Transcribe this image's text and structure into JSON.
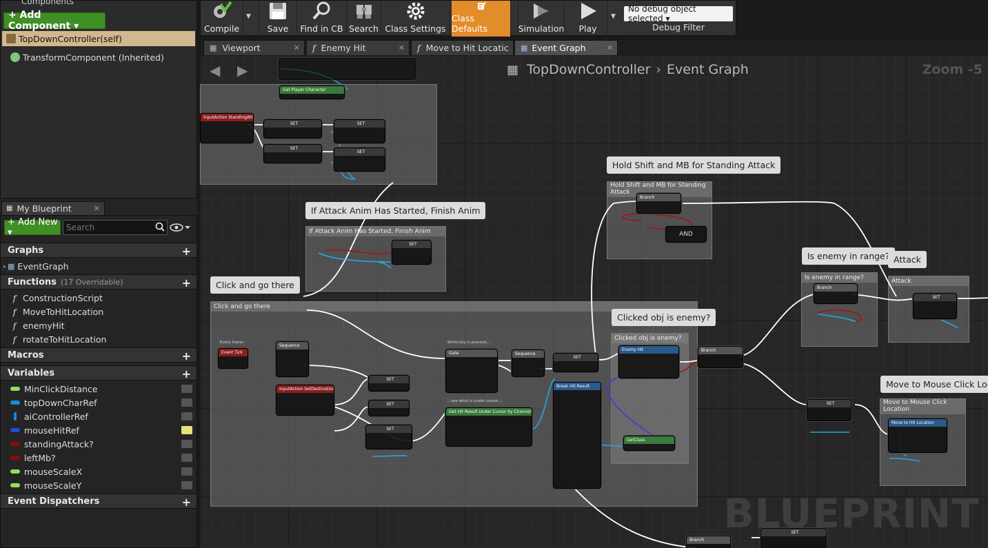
{
  "components_panel": {
    "title": "Components",
    "add_button": "+ Add Component ▾",
    "items": [
      "TopDownController(self)",
      "TransformComponent (Inherited)"
    ]
  },
  "my_blueprint": {
    "tab_label": "My Blueprint",
    "add_new": "+ Add New ▾",
    "search_placeholder": "Search",
    "graphs": {
      "label": "Graphs",
      "items": [
        "EventGraph"
      ]
    },
    "functions": {
      "label": "Functions",
      "note": "(17 Overridable)",
      "items": [
        "ConstructionScript",
        "MoveToHitLocation",
        "enemyHit",
        "rotateToHitLocation"
      ]
    },
    "macros": {
      "label": "Macros"
    },
    "variables": {
      "label": "Variables",
      "items": [
        "MinClickDistance",
        "topDownCharRef",
        "aiControllerRef",
        "mouseHitRef",
        "standingAttack?",
        "leftMb?",
        "mouseScaleX",
        "mouseScaleY"
      ]
    },
    "dispatchers": {
      "label": "Event Dispatchers"
    }
  },
  "toolbar": {
    "buttons": [
      "Compile",
      "Save",
      "Find in CB",
      "Search",
      "Class Settings",
      "Class Defaults",
      "Simulation",
      "Play"
    ],
    "debug_object": "No debug object selected ▾",
    "debug_filter": "Debug Filter"
  },
  "tabs": [
    "Viewport",
    "Enemy Hit",
    "Move to Hit Locatic",
    "Event Graph"
  ],
  "graph": {
    "breadcrumb": [
      "TopDownController",
      "Event Graph"
    ],
    "zoom": "Zoom -5",
    "watermark": "BLUEPRINT",
    "comments": [
      "Hold Shift and MB for Standing Attack",
      "If Attack Anim Has Started, Finish Anim",
      "Click and go there",
      "Clicked obj is enemy?",
      "Is enemy in range?",
      "Attack",
      "Move to Mouse Click Loca"
    ],
    "box_titles": [
      "Hold Shift and MB for Standing Attack",
      "If Attack Anim Has Started, Finish Anim",
      "Click and go there",
      "Clicked obj is enemy?",
      "Is enemy in range?",
      "Attack",
      "Move to Mouse Click Location"
    ],
    "nodes": {
      "input_standing": "InputAction StandingAttack",
      "set": "SET",
      "event_tick": "Event Tick",
      "sequence": "Sequence",
      "gate": "Gate",
      "input_set_dest": "InputAction SetDestination",
      "get_hit": "Get Hit Result Under Cursor by Channel",
      "break_hit": "Break Hit Result",
      "branch": "Branch",
      "enemy_hit": "Enemy Hit",
      "get_class": "GetClass",
      "and": "AND",
      "move_to_hit": "Move to Hit Location",
      "get_player_char": "Get Player Character",
      "every_frame": "Every frame",
      "while_key": "While key is pressed...",
      "see_what": "...see what is under cursor..."
    }
  },
  "colors": {
    "accent_orange": "#e38c2a",
    "add_green": "#3f8f26",
    "selected_row": "#d2b88e",
    "exec_wire": "#ffffff",
    "object_wire": "#29a6e0",
    "class_wire": "#5b2bd9",
    "bool_wire": "#aa1111"
  },
  "icons": [
    "compile-icon",
    "save-icon",
    "find-in-cb-icon",
    "search-icon",
    "class-settings-icon",
    "class-defaults-icon",
    "simulation-icon",
    "play-icon",
    "eye-icon",
    "function-icon",
    "graph-icon"
  ]
}
